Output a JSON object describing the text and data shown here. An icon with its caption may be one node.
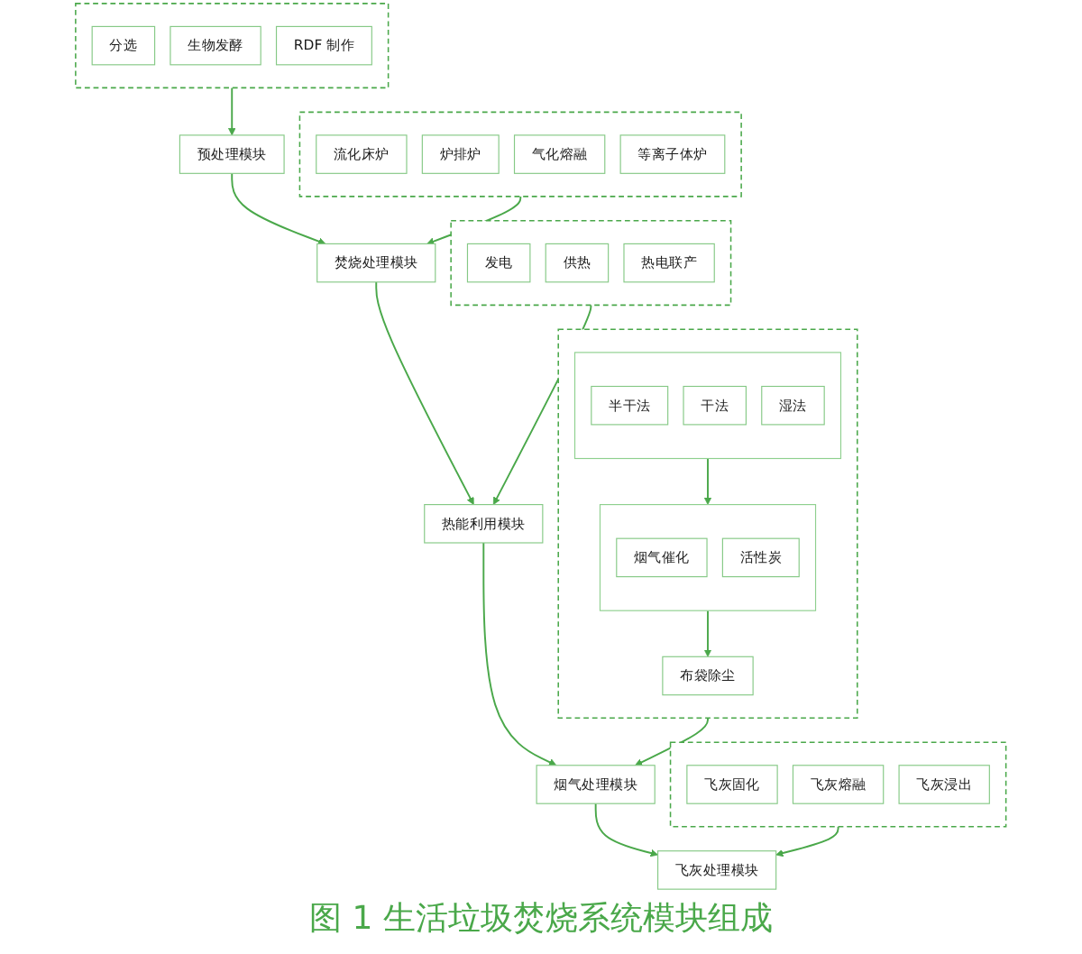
{
  "diagram": {
    "caption": "图 1 生活垃圾焚烧系统模块组成",
    "nodes": [
      {
        "text": [
          "预处理模块"
        ]
      },
      {
        "text": [],
        "shape": "box"
      },
      {
        "text": [
          "分选"
        ],
        "in": 1
      },
      {
        "text": [
          "生物发酵"
        ],
        "in": 1
      },
      {
        "text": [
          "RDF 制作"
        ],
        "in": 1
      },
      {
        "text": [
          "焚烧处理模块"
        ]
      },
      {
        "text": [],
        "shape": "box"
      },
      {
        "text": [
          "流化床炉"
        ],
        "in": 6
      },
      {
        "text": [
          "炉排炉"
        ],
        "in": 6
      },
      {
        "text": [
          "气化熔融"
        ],
        "in": 6
      },
      {
        "text": [
          "等离子体炉"
        ],
        "in": 6
      },
      {
        "text": [
          "热能利用模块"
        ]
      },
      {
        "text": [],
        "shape": "box"
      },
      {
        "text": [
          "发电"
        ],
        "in": 12
      },
      {
        "text": [
          "供热"
        ],
        "in": 12
      },
      {
        "text": [
          "热电联产"
        ],
        "in": 12
      },
      {
        "text": [
          "烟气处理模块"
        ]
      },
      {
        "text": [],
        "shape": "box"
      },
      {
        "text": [],
        "shape": "box",
        "in": 17
      },
      {
        "text": [
          "半干法"
        ],
        "in": 18
      },
      {
        "text": [
          "干法"
        ],
        "in": 18
      },
      {
        "text": [
          "湿法"
        ],
        "in": 18
      },
      {
        "text": [],
        "shape": "box",
        "in": 17
      },
      {
        "text": [
          "烟气催化"
        ],
        "in": 22
      },
      {
        "text": [
          "活性炭"
        ],
        "in": 22
      },
      {
        "text": [
          "布袋除尘"
        ],
        "in": 17
      },
      {
        "text": [
          "飞灰处理模块"
        ]
      },
      {
        "text": [],
        "shape": "box"
      },
      {
        "text": [
          "飞灰固化"
        ],
        "in": 27
      },
      {
        "text": [
          "飞灰熔融"
        ],
        "in": 27
      },
      {
        "text": [
          "飞灰浸出"
        ],
        "in": 27
      }
    ],
    "edges": [
      {
        "from": 1,
        "to": 0,
        "arrow": "to"
      },
      {
        "from": 0,
        "to": 5,
        "arrow": "to"
      },
      {
        "from": 6,
        "to": 5,
        "arrow": "to"
      },
      {
        "from": 5,
        "to": 11,
        "arrow": "to"
      },
      {
        "from": 12,
        "to": 11,
        "arrow": "to"
      },
      {
        "from": 11,
        "to": 16,
        "arrow": "to"
      },
      {
        "from": 18,
        "to": 22,
        "arrow": "to"
      },
      {
        "from": 22,
        "to": 25,
        "arrow": "to"
      },
      {
        "from": 17,
        "to": 16,
        "arrow": "to"
      },
      {
        "from": 16,
        "to": 26,
        "arrow": "to"
      },
      {
        "from": 27,
        "to": 26,
        "arrow": "to"
      }
    ]
  }
}
